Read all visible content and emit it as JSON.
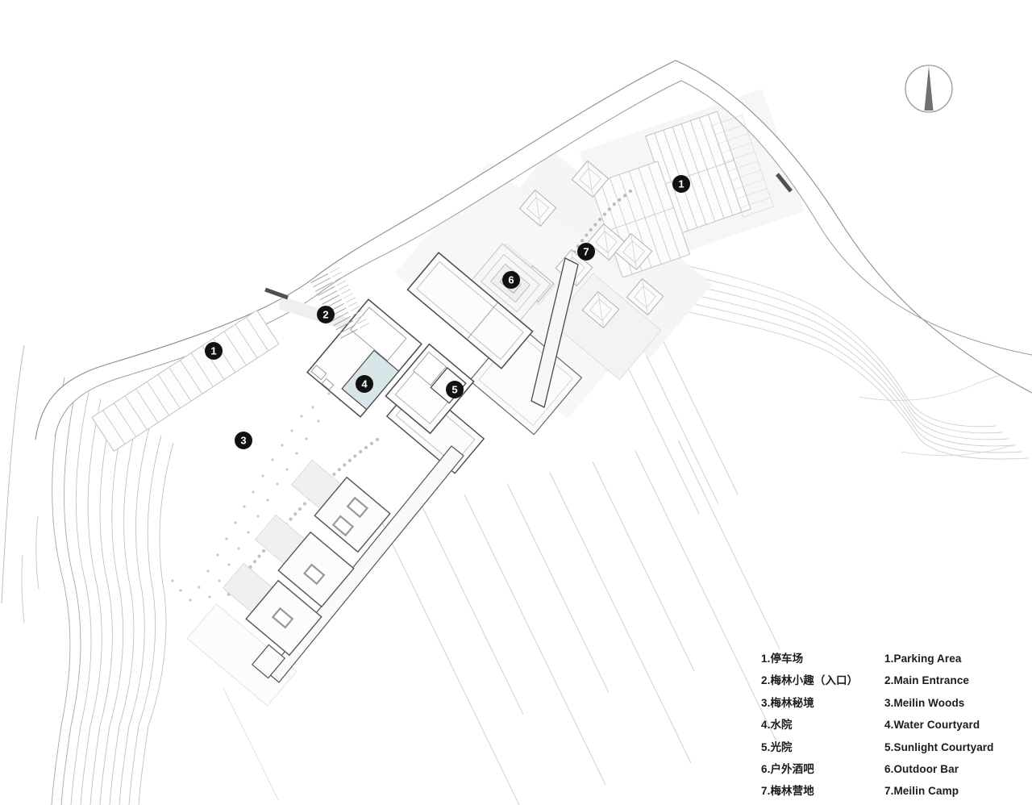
{
  "plan": {
    "north_arrow_icon": "north-arrow-icon",
    "colors": {
      "water": "#d9e6e9",
      "marker_bg": "#111111",
      "marker_text": "#ffffff",
      "building_outline": "#4a4a4a",
      "road": "#8f8f8f",
      "contour": "#bfbfbf"
    },
    "markers": [
      {
        "id": "parking-area-left",
        "label": "1"
      },
      {
        "id": "parking-area-top",
        "label": "1"
      },
      {
        "id": "main-entrance",
        "label": "2"
      },
      {
        "id": "meilin-woods",
        "label": "3"
      },
      {
        "id": "water-courtyard",
        "label": "4"
      },
      {
        "id": "sunlight-courtyard",
        "label": "5"
      },
      {
        "id": "outdoor-bar",
        "label": "6"
      },
      {
        "id": "meilin-camp",
        "label": "7"
      }
    ]
  },
  "legend": {
    "items": [
      {
        "zh": "1.停车场",
        "en": "1.Parking Area"
      },
      {
        "zh": "2.梅林小趣（入口）",
        "en": "2.Main Entrance"
      },
      {
        "zh": "3.梅林秘境",
        "en": "3.Meilin Woods"
      },
      {
        "zh": "4.水院",
        "en": "4.Water Courtyard"
      },
      {
        "zh": "5.光院",
        "en": "5.Sunlight Courtyard"
      },
      {
        "zh": "6.户外酒吧",
        "en": "6.Outdoor Bar"
      },
      {
        "zh": "7.梅林营地",
        "en": "7.Meilin Camp"
      }
    ]
  }
}
